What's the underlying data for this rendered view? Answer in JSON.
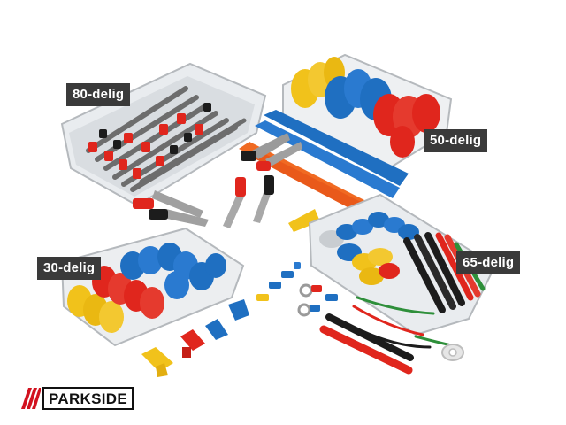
{
  "labels": {
    "set_80": "80-delig",
    "set_50": "50-delig",
    "set_30": "30-delig",
    "set_65": "65-delig"
  },
  "brand": {
    "name": "PARKSIDE",
    "stripe_color": "#d2111f"
  },
  "colors": {
    "red": "#e0261d",
    "blue": "#1f6fc1",
    "yellow": "#f1c21b",
    "gray": "#6d6d6d",
    "black": "#1c1c1c",
    "green": "#2e8f3a",
    "orange": "#f06a22"
  }
}
